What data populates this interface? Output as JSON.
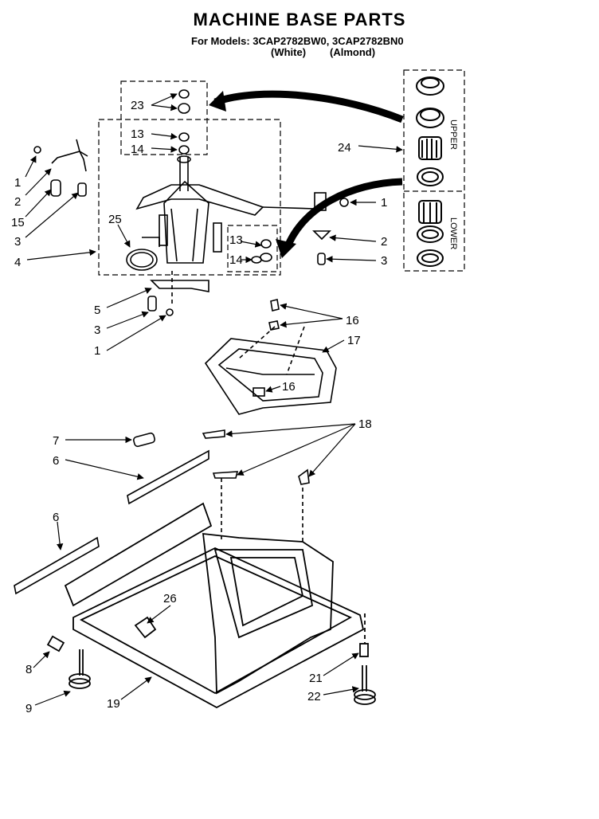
{
  "header": {
    "title": "MACHINE BASE PARTS",
    "models_line": "For Models: 3CAP2782BW0, 3CAP2782BN0",
    "color_white": "(White)",
    "color_almond": "(Almond)"
  },
  "kit_labels": {
    "upper": "UPPER",
    "lower": "LOWER"
  },
  "callouts": {
    "c23": "23",
    "c13a": "13",
    "c14a": "14",
    "c24": "24",
    "c1a": "1",
    "c2a": "2",
    "c15": "15",
    "c3a": "3",
    "c4": "4",
    "c25": "25",
    "c1r": "1",
    "c2r": "2",
    "c3r": "3",
    "c13b": "13",
    "c14b": "14",
    "c5": "5",
    "c3b": "3",
    "c1b": "1",
    "c16a": "16",
    "c17": "17",
    "c16b": "16",
    "c18": "18",
    "c7": "7",
    "c6a": "6",
    "c6b": "6",
    "c26": "26",
    "c8": "8",
    "c9": "9",
    "c19": "19",
    "c21": "21",
    "c22": "22"
  }
}
